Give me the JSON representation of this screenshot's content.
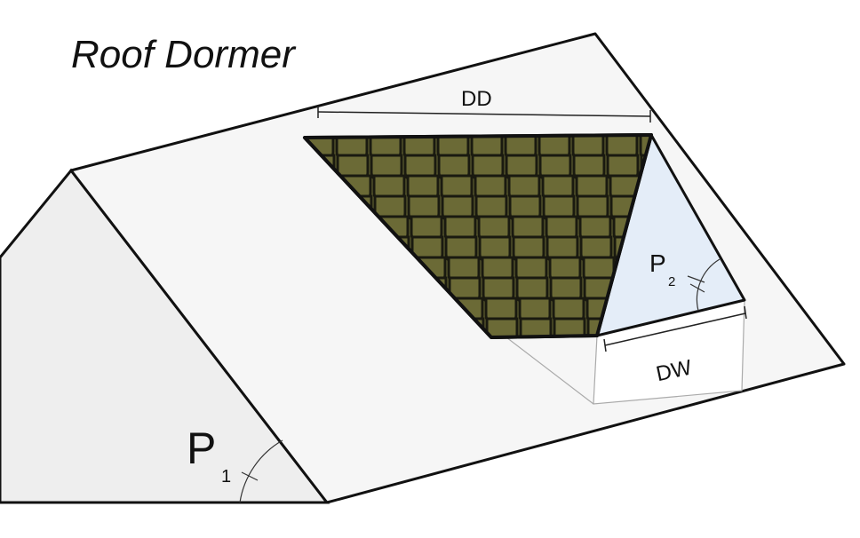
{
  "title": "Roof Dormer",
  "labels": {
    "dormer_depth": "DD",
    "dormer_width": "DW",
    "pitch1": "P",
    "pitch1_sub": "1",
    "pitch2": "P",
    "pitch2_sub": "2"
  },
  "colors": {
    "shingle": "#6b6a36",
    "shingle_outline": "#1a1a10",
    "dormer_side": "#e4edf8",
    "roof_plane": "#f6f6f6",
    "gable": "#eeeeee"
  }
}
